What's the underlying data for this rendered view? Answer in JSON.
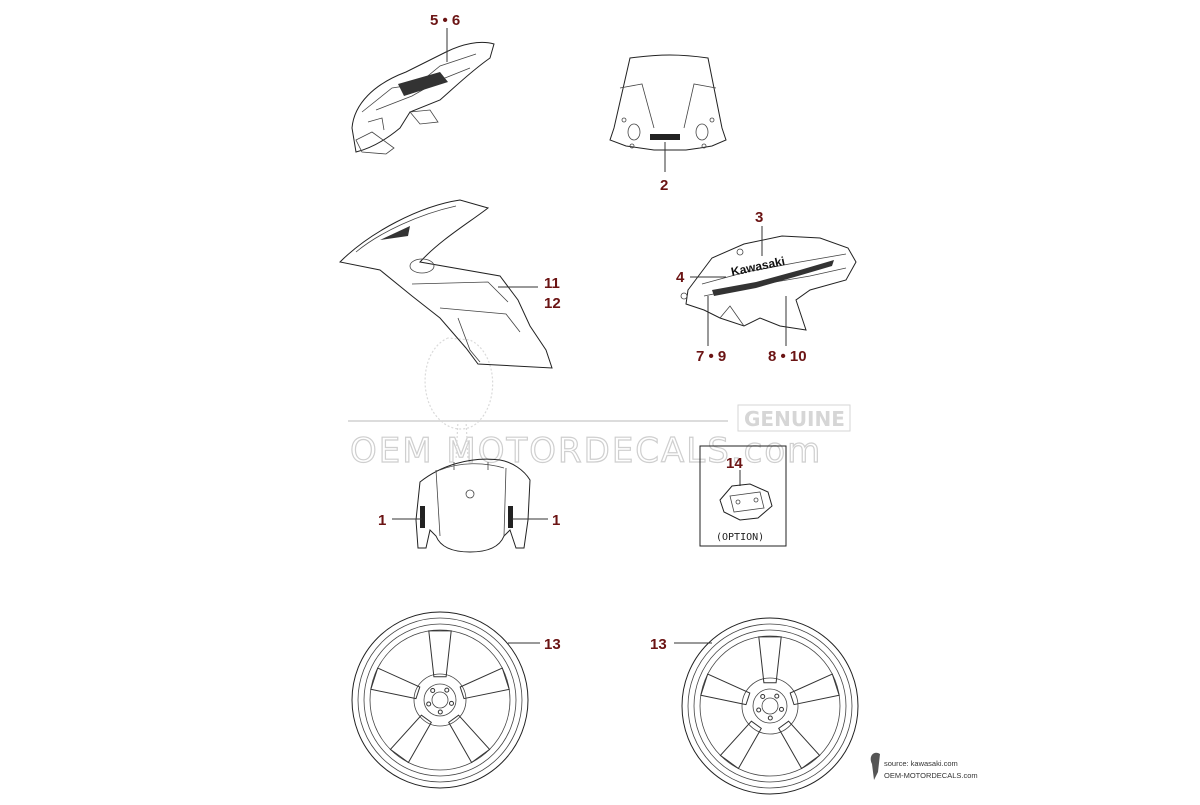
{
  "callouts": {
    "c56": "5 • 6",
    "c2": "2",
    "c3": "3",
    "c4": "4",
    "c11": "11",
    "c12": "12",
    "c79": "7 • 9",
    "c810": "8 • 10",
    "c14": "14",
    "c1_left": "1",
    "c1_right": "1",
    "c13_left": "13",
    "c13_right": "13"
  },
  "option_label": "(OPTION)",
  "decal_brand": "Kawasaki",
  "watermark": {
    "genuine": "GENUINE",
    "site": "OEM   MOTORDECALS.com"
  },
  "source": {
    "line1": "source: kawasaki.com",
    "line2": "OEM-MOTORDECALS.com"
  },
  "colors": {
    "callout": "#6b1414",
    "watermark": "#cfcfcf"
  }
}
